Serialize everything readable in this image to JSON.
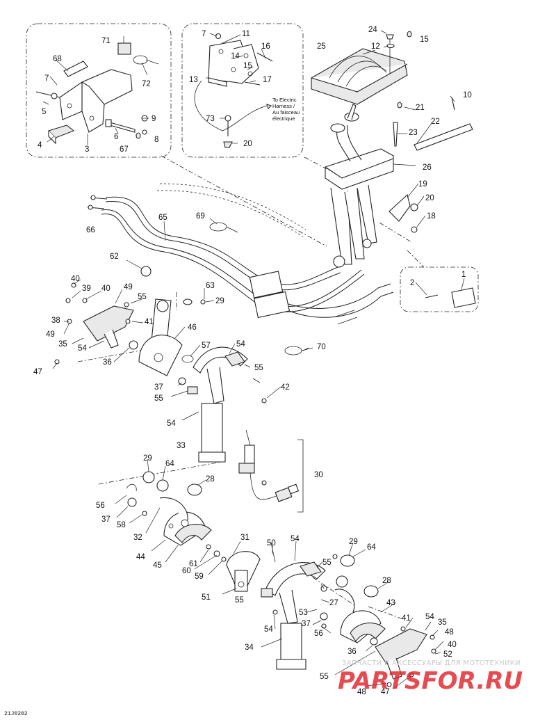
{
  "diagram": {
    "callouts": [
      {
        "id": "c71",
        "label": "71"
      },
      {
        "id": "c72",
        "label": "72"
      },
      {
        "id": "c68",
        "label": "68"
      },
      {
        "id": "c7a",
        "label": "7"
      },
      {
        "id": "c5",
        "label": "5"
      },
      {
        "id": "c9",
        "label": "9"
      },
      {
        "id": "c6",
        "label": "6"
      },
      {
        "id": "c4",
        "label": "4"
      },
      {
        "id": "c3",
        "label": "3"
      },
      {
        "id": "c67",
        "label": "67"
      },
      {
        "id": "c8",
        "label": "8"
      },
      {
        "id": "c7b",
        "label": "7"
      },
      {
        "id": "c11",
        "label": "11"
      },
      {
        "id": "c14",
        "label": "14"
      },
      {
        "id": "c16",
        "label": "16"
      },
      {
        "id": "c13",
        "label": "13"
      },
      {
        "id": "c15b",
        "label": "15"
      },
      {
        "id": "c17",
        "label": "17"
      },
      {
        "id": "c73",
        "label": "73"
      },
      {
        "id": "c20a",
        "label": "20"
      },
      {
        "id": "c24",
        "label": "24"
      },
      {
        "id": "c15",
        "label": "15"
      },
      {
        "id": "c25",
        "label": "25"
      },
      {
        "id": "c12",
        "label": "12"
      },
      {
        "id": "c10",
        "label": "10"
      },
      {
        "id": "c21",
        "label": "21"
      },
      {
        "id": "c22",
        "label": "22"
      },
      {
        "id": "c23",
        "label": "23"
      },
      {
        "id": "c26",
        "label": "26"
      },
      {
        "id": "c19",
        "label": "19"
      },
      {
        "id": "c20b",
        "label": "20"
      },
      {
        "id": "c18",
        "label": "18"
      },
      {
        "id": "c1",
        "label": "1"
      },
      {
        "id": "c2",
        "label": "2"
      },
      {
        "id": "c65",
        "label": "65"
      },
      {
        "id": "c66",
        "label": "66"
      },
      {
        "id": "c69",
        "label": "69"
      },
      {
        "id": "c62",
        "label": "62"
      },
      {
        "id": "c70",
        "label": "70"
      },
      {
        "id": "c40a",
        "label": "40"
      },
      {
        "id": "c39",
        "label": "39"
      },
      {
        "id": "c40b",
        "label": "40"
      },
      {
        "id": "c49a",
        "label": "49"
      },
      {
        "id": "c55a",
        "label": "55"
      },
      {
        "id": "c38",
        "label": "38"
      },
      {
        "id": "c41a",
        "label": "41"
      },
      {
        "id": "c49b",
        "label": "49"
      },
      {
        "id": "c35a",
        "label": "35"
      },
      {
        "id": "c54a",
        "label": "54"
      },
      {
        "id": "c36a",
        "label": "36"
      },
      {
        "id": "c47a",
        "label": "47"
      },
      {
        "id": "c63",
        "label": "63"
      },
      {
        "id": "c29a",
        "label": "29"
      },
      {
        "id": "c46",
        "label": "46"
      },
      {
        "id": "c57",
        "label": "57"
      },
      {
        "id": "c54b",
        "label": "54"
      },
      {
        "id": "c55b",
        "label": "55"
      },
      {
        "id": "c37a",
        "label": "37"
      },
      {
        "id": "c55c",
        "label": "55"
      },
      {
        "id": "c42",
        "label": "42"
      },
      {
        "id": "c54c",
        "label": "54"
      },
      {
        "id": "c33",
        "label": "33"
      },
      {
        "id": "c30",
        "label": "30"
      },
      {
        "id": "c29b",
        "label": "29"
      },
      {
        "id": "c64a",
        "label": "64"
      },
      {
        "id": "c28a",
        "label": "28"
      },
      {
        "id": "c56a",
        "label": "56"
      },
      {
        "id": "c37b",
        "label": "37"
      },
      {
        "id": "c58",
        "label": "58"
      },
      {
        "id": "c32",
        "label": "32"
      },
      {
        "id": "c44",
        "label": "44"
      },
      {
        "id": "c45",
        "label": "45"
      },
      {
        "id": "c61",
        "label": "61"
      },
      {
        "id": "c60",
        "label": "60"
      },
      {
        "id": "c59",
        "label": "59"
      },
      {
        "id": "c31",
        "label": "31"
      },
      {
        "id": "c51",
        "label": "51"
      },
      {
        "id": "c50",
        "label": "50"
      },
      {
        "id": "c54d",
        "label": "54"
      },
      {
        "id": "c55d",
        "label": "55"
      },
      {
        "id": "c29c",
        "label": "29"
      },
      {
        "id": "c64b",
        "label": "64"
      },
      {
        "id": "c28b",
        "label": "28"
      },
      {
        "id": "c55e",
        "label": "55"
      },
      {
        "id": "c27",
        "label": "27"
      },
      {
        "id": "c53",
        "label": "53"
      },
      {
        "id": "c37c",
        "label": "37"
      },
      {
        "id": "c43",
        "label": "43"
      },
      {
        "id": "c54e",
        "label": "54"
      },
      {
        "id": "c56b",
        "label": "56"
      },
      {
        "id": "c34",
        "label": "34"
      },
      {
        "id": "c41b",
        "label": "41"
      },
      {
        "id": "c54f",
        "label": "54"
      },
      {
        "id": "c35b",
        "label": "35"
      },
      {
        "id": "c48a",
        "label": "48"
      },
      {
        "id": "c40c",
        "label": "40"
      },
      {
        "id": "c52",
        "label": "52"
      },
      {
        "id": "c36b",
        "label": "36"
      },
      {
        "id": "c55f",
        "label": "55"
      },
      {
        "id": "c48b",
        "label": "48"
      },
      {
        "id": "c47b",
        "label": "47"
      }
    ],
    "harness_note": [
      "To Electric",
      "Harness /",
      "Au faisceau",
      "électrique"
    ],
    "drawing_ref": "21J0202",
    "watermark_line1": "ЗАПЧАСТИ И АКСЕССУАРЫ ДЛЯ МОТОТЕХНИКИ",
    "watermark_logo": "PARTSFOR.RU"
  }
}
